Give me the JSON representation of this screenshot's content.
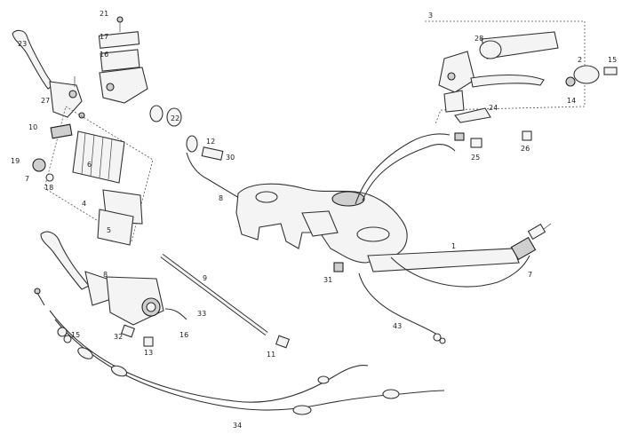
{
  "callouts": [
    {
      "id": "c23",
      "text": "23"
    },
    {
      "id": "c27",
      "text": "27"
    },
    {
      "id": "c10",
      "text": "10"
    },
    {
      "id": "c19",
      "text": "19"
    },
    {
      "id": "c7a",
      "text": "7"
    },
    {
      "id": "c18a",
      "text": "18"
    },
    {
      "id": "c6",
      "text": "6"
    },
    {
      "id": "c4",
      "text": "4"
    },
    {
      "id": "c5",
      "text": "5"
    },
    {
      "id": "c21",
      "text": "21"
    },
    {
      "id": "c17",
      "text": "17"
    },
    {
      "id": "c16",
      "text": "16"
    },
    {
      "id": "c22",
      "text": "22"
    },
    {
      "id": "c12",
      "text": "12"
    },
    {
      "id": "c30",
      "text": "30"
    },
    {
      "id": "c8a",
      "text": "8"
    },
    {
      "id": "c3",
      "text": "3"
    },
    {
      "id": "c2",
      "text": "2"
    },
    {
      "id": "c15a",
      "text": "15"
    },
    {
      "id": "c14",
      "text": "14"
    },
    {
      "id": "c28",
      "text": "28"
    },
    {
      "id": "c24",
      "text": "24"
    },
    {
      "id": "c25",
      "text": "25"
    },
    {
      "id": "c26",
      "text": "26"
    },
    {
      "id": "c1",
      "text": "1"
    },
    {
      "id": "c7b",
      "text": "7"
    },
    {
      "id": "c31",
      "text": "31"
    },
    {
      "id": "c9",
      "text": "9"
    },
    {
      "id": "c8b",
      "text": "8"
    },
    {
      "id": "c33",
      "text": "33"
    },
    {
      "id": "c16b",
      "text": "16"
    },
    {
      "id": "c32",
      "text": "32"
    },
    {
      "id": "c13",
      "text": "13"
    },
    {
      "id": "c15b",
      "text": "15"
    },
    {
      "id": "c11",
      "text": "11"
    },
    {
      "id": "c34",
      "text": "34"
    },
    {
      "id": "c43",
      "text": "43"
    }
  ]
}
